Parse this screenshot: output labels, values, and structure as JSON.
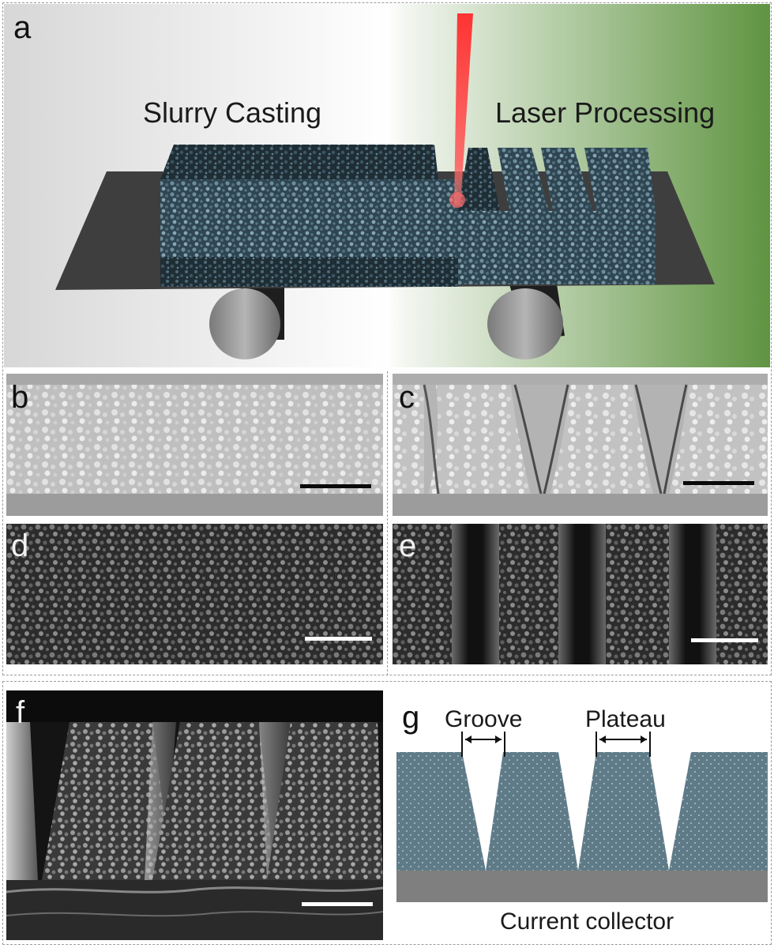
{
  "figure": {
    "panels": {
      "a": {
        "label": "a",
        "left_title": "Slurry Casting",
        "right_title": "Laser Processing"
      },
      "b": {
        "label": "b"
      },
      "c": {
        "label": "c"
      },
      "d": {
        "label": "d"
      },
      "e": {
        "label": "e"
      },
      "f": {
        "label": "f"
      },
      "g": {
        "label": "g",
        "groove_label": "Groove",
        "plateau_label": "Plateau",
        "collector_label": "Current collector"
      }
    },
    "colors": {
      "electrode": "#5f7b88",
      "collector": "#7f7f7f",
      "laser": "#ff3a3a",
      "gradient_green": "#5f9441",
      "sem_dark": "#2a2a2a"
    }
  }
}
